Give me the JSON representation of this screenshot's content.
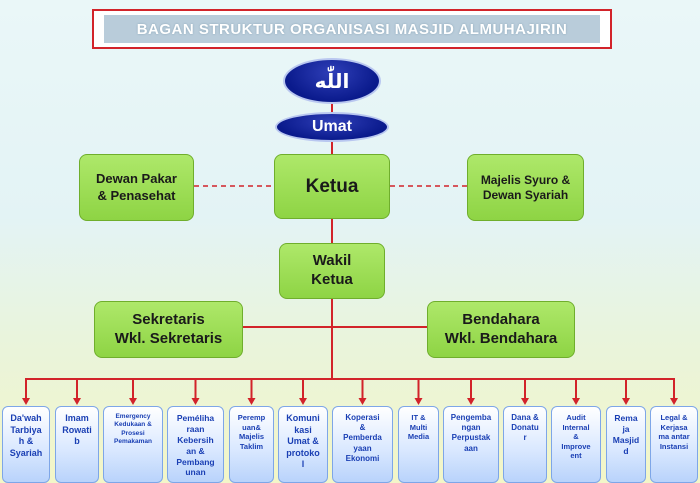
{
  "title": "BAGAN STRUKTUR  ORGANISASI MASJID ALMUHAJIRIN",
  "allah": "اللّٰه",
  "umat": "Umat",
  "ketua": "Ketua",
  "dewan_pakar": "Dewan Pakar\n& Penasehat",
  "majelis_syuro": "Majelis Syuro &\nDewan Syariah",
  "wakil_ketua": "Wakil\nKetua",
  "sekretaris": "Sekretaris\nWkl. Sekretaris",
  "bendahara": "Bendahara\nWkl. Bendahara",
  "units": [
    "Da'wah\nTarbiya\nh &\nSyariah",
    "Imam\nRowati\nb",
    "Emergency\nKedukaan &\nProsesi\nPemakaman",
    "Peméliha\nraan\nKebersih\nan &\nPembang\nunan",
    "Peremp\nuan&\nMajelis\nTaklim",
    "Komuni\nkasi\nUmat &\nprotoko\nl",
    "Koperasi\n&\nPemberda\nyaan\nEkonomi",
    "IT &\nMulti\nMedia",
    "Pengemba\nngan\nPerpustak\naan",
    "Dana &\nDonatu\nr",
    "Audit\nInternal\n&\nImprove\nent",
    "Rema\nja\nMasjid\nd",
    "Legal &\nKerjasa\nma antar\nInstansi"
  ],
  "colors": {
    "line": "#d2232a",
    "box_green": "#9ddc55",
    "ellipse_blue": "#0a1a8c",
    "unit_text": "#1a3fb4"
  }
}
